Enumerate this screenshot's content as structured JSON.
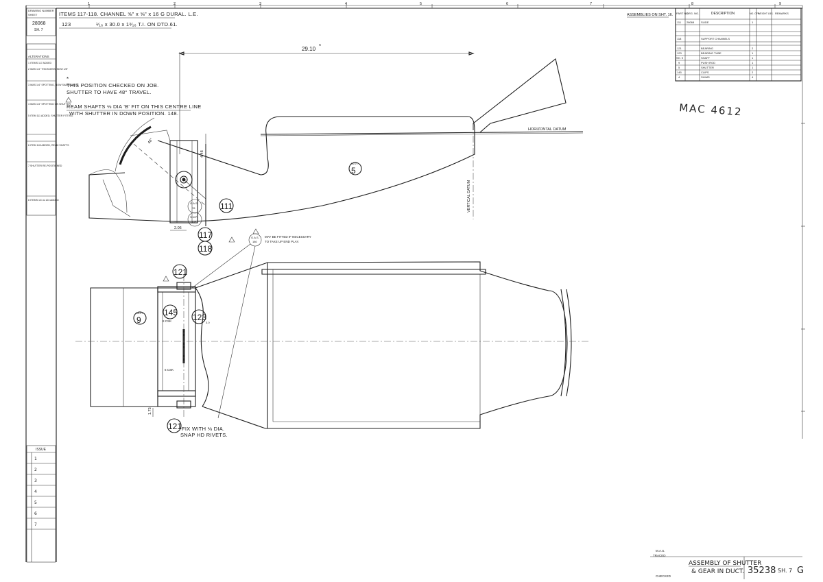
{
  "header": {
    "items_line1": "ITEMS 117-118.  CHANNEL ⅝\" x ⅝\" x 16 G DURAL.  L.E.",
    "items_line2_num": "123",
    "items_line2": "¹⁄₁₆ x 30.0 x 1³⁄₁₆  T.I.  ON DTD.61.",
    "ref_label": "ASSEMBLIES ON SHT. 16."
  },
  "left_strip": {
    "top_box": [
      "DRAWING NUMBER",
      "SHEET",
      "28068",
      "SH. 7"
    ],
    "alterations_title": "ALTERATIONS",
    "alt_entries": [
      "1  ITEMS 117 ADDED",
      "2  WAS 1/4\" THICKNESS, NOW 1/8\"",
      "3  WAS 1/4\" SPOTTING, NOW SNAP RIVETS",
      "4  WAS 1/4\" SPOTTING ON SHUTTER",
      "5  ITEM 111 ADDED, SHUTTER FITTING",
      "6  ITEM 145 ADDED, REAM SHAFTS",
      "7  SHUTTER RE-POSITIONED",
      "8  ITEMS 121 & 123 ADDED"
    ],
    "issue_title": "ISSUE",
    "issues": [
      "1",
      "2",
      "3",
      "4",
      "5",
      "6",
      "7"
    ]
  },
  "notes": {
    "star_note_1": "THIS POSITION CHECKED ON JOB.",
    "star_note_2": "SHUTTER TO HAVE 48° TRAVEL.",
    "ream_note_1": "REAM SHAFTS ⅛ DIA 'B' FIT ON THIS CENTRE LINE",
    "ream_note_2": "WITH SHUTTER IN DOWN POSITION.  148.",
    "shims_note_1": "MAY BE FITTED IF NECESSARY",
    "shims_note_2": "TO TAKE UP END PLAY.",
    "rivet_note_1": "FIX WITH ⅛ DIA.",
    "rivet_note_2": "SNAP HD RIVETS.",
    "handwritten": "MAC 4612"
  },
  "dimensions": {
    "overall": "29.10",
    "height": "4.48",
    "offset": "2.06",
    "vert_small": "1.75",
    "angle": "48°"
  },
  "labels": {
    "horizontal_datum": "HORIZONTAL DATUM",
    "vertical_datum": "VERTICAL DATUM",
    "assy5_prefix": "ASSY.",
    "assy5": "5",
    "assy9_prefix": "ASSY.",
    "assy9": "9",
    "bubble_111": "111",
    "bubble_117": "117",
    "bubble_118": "118",
    "bubble_121_top": "121",
    "bubble_145": "145",
    "bubble_123": "123",
    "bubble_121_bot": "121",
    "gas_1": "G.A.S.",
    "gas_2": "76",
    "snp_1": "S.N.P.",
    "snp_2": "6.P.",
    "gas2_1": "G.A.S.",
    "gas2_2": "180",
    "csk_top": "8 CSK",
    "csk_bot": "6 CSK",
    "dia_label": "3.0"
  },
  "parts_table": {
    "headers": [
      "PART NO.",
      "DRG. NO.",
      "DESCRIPTION",
      "NO. OFF",
      "WEIGHT LBS.",
      "REMARKS"
    ],
    "rows": [
      [
        "111",
        "28068",
        "SLIDE",
        "1",
        "",
        ""
      ],
      [
        "",
        "",
        "",
        "",
        "",
        ""
      ],
      [
        "118",
        "",
        "SUPPORT CHANNELS",
        "",
        "",
        ""
      ],
      [
        "",
        "",
        "",
        "",
        "",
        ""
      ],
      [
        "121",
        "",
        "BEARING",
        "2",
        "",
        ""
      ],
      [
        "123",
        "",
        "BEARING TUBE",
        "1",
        "",
        ""
      ],
      [
        "SH. 9",
        "",
        "SHAFT",
        "1",
        "",
        ""
      ],
      [
        "9",
        "",
        "PUSH ROD",
        "1",
        "",
        ""
      ],
      [
        "5",
        "",
        "SHUTTER",
        "1",
        "",
        ""
      ],
      [
        "145",
        "",
        "CLIPS",
        "2",
        "",
        ""
      ],
      [
        "4",
        "",
        "SHIMS",
        "4",
        "",
        ""
      ]
    ]
  },
  "title_block": {
    "title_1": "ASSEMBLY OF SHUTTER",
    "title_2": "& GEAR IN DUCT.",
    "drawing_no": "35238",
    "sheet": "SH. 7",
    "rev": "G",
    "small_1": "M.A.S.",
    "small_2": "TRACED",
    "small_3": "CHECKED"
  },
  "top_markers": [
    "1",
    "2",
    "3",
    "4",
    "5",
    "6",
    "7",
    "8",
    "9"
  ]
}
